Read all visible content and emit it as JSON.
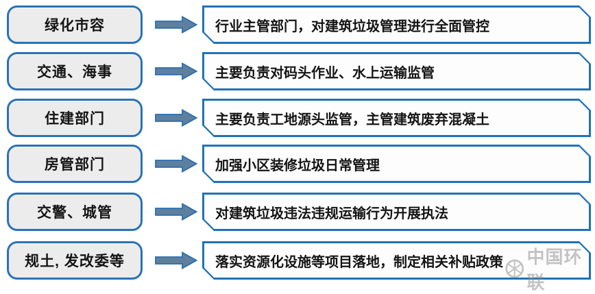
{
  "diagram": {
    "description": "Construction waste management responsibilities flow diagram",
    "rows": [
      {
        "department": "绿化市容",
        "responsibility": "行业主管部门，对建筑垃圾管理进行全面管控"
      },
      {
        "department": "交通、海事",
        "responsibility": "主要负责对码头作业、水上运输监管"
      },
      {
        "department": "住建部门",
        "responsibility": "主要负责工地源头监管，主管建筑废弃混凝土"
      },
      {
        "department": "房管部门",
        "responsibility": "加强小区装修垃圾日常管理"
      },
      {
        "department": "交警、城管",
        "responsibility": "对建筑垃圾违法违规运输行为开展执法"
      },
      {
        "department": "规土, 发改委等",
        "responsibility": "落实资源化设施等项目落地，制定相关补贴政策"
      }
    ],
    "watermark": {
      "text": "中国环联",
      "logo": "circle-logo"
    },
    "colors": {
      "box_border_blue": "#2a72b4",
      "right_box_border_blue": "#1f72b6",
      "left_box_fill": "#ececec",
      "right_box_fill": "#fdfdfd",
      "arrow_fill": "#5f7f9e",
      "arrow_border": "#2a6fb0",
      "text": "#141414",
      "watermark_gray": "#8a8a8a"
    }
  }
}
